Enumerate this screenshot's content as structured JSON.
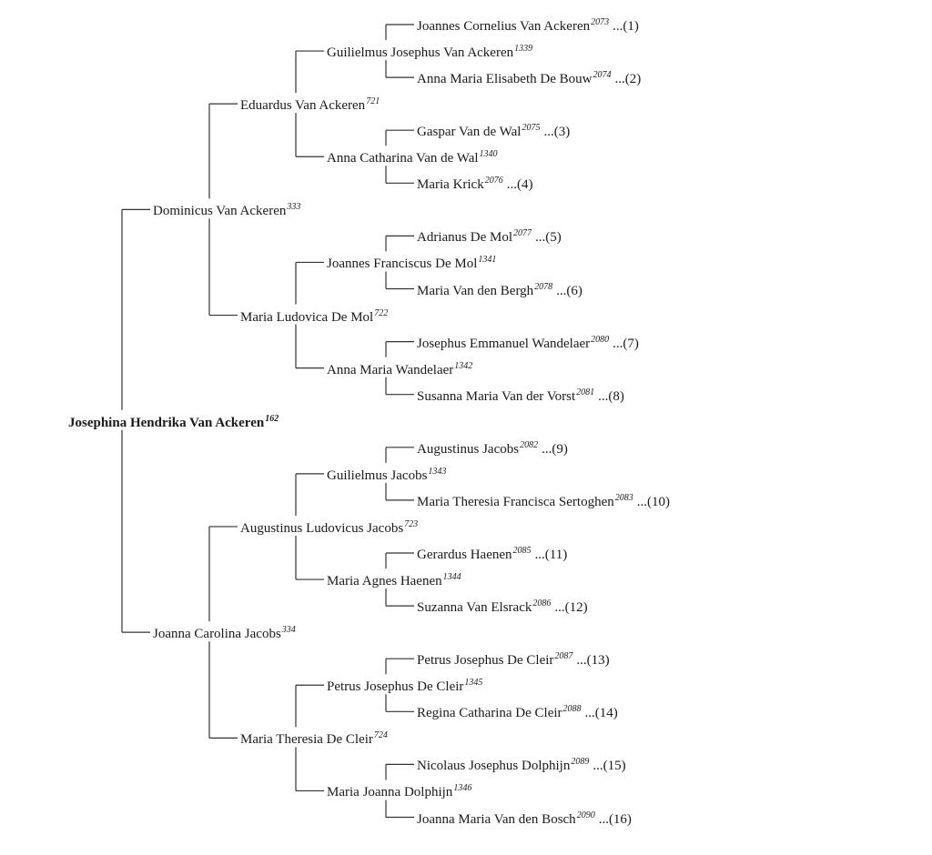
{
  "colors": {
    "ink": "#1a1a1a",
    "line": "#333333"
  },
  "tree": {
    "name": "Josephina Hendrika Van Ackeren",
    "num": "162",
    "father": {
      "name": "Dominicus Van Ackeren",
      "num": "333",
      "father": {
        "name": "Eduardus Van Ackeren",
        "num": "721",
        "father": {
          "name": "Guilielmus Josephus Van Ackeren",
          "num": "1339",
          "father": {
            "name": "Joannes Cornelius Van Ackeren",
            "num": "2073",
            "ref": "...(1)"
          },
          "mother": {
            "name": "Anna Maria Elisabeth De Bouw",
            "num": "2074",
            "ref": "...(2)"
          }
        },
        "mother": {
          "name": "Anna Catharina Van de Wal",
          "num": "1340",
          "father": {
            "name": "Gaspar Van de Wal",
            "num": "2075",
            "ref": "...(3)"
          },
          "mother": {
            "name": "Maria Krick",
            "num": "2076",
            "ref": "...(4)"
          }
        }
      },
      "mother": {
        "name": "Maria Ludovica De Mol",
        "num": "722",
        "father": {
          "name": "Joannes Franciscus De Mol",
          "num": "1341",
          "father": {
            "name": "Adrianus De Mol",
            "num": "2077",
            "ref": "...(5)"
          },
          "mother": {
            "name": "Maria Van den Bergh",
            "num": "2078",
            "ref": "...(6)"
          }
        },
        "mother": {
          "name": "Anna Maria Wandelaer",
          "num": "1342",
          "father": {
            "name": "Josephus Emmanuel Wandelaer",
            "num": "2080",
            "ref": "...(7)"
          },
          "mother": {
            "name": "Susanna Maria Van der Vorst",
            "num": "2081",
            "ref": "...(8)"
          }
        }
      }
    },
    "mother": {
      "name": "Joanna Carolina Jacobs",
      "num": "334",
      "father": {
        "name": "Augustinus Ludovicus Jacobs",
        "num": "723",
        "father": {
          "name": "Guilielmus Jacobs",
          "num": "1343",
          "father": {
            "name": "Augustinus Jacobs",
            "num": "2082",
            "ref": "...(9)"
          },
          "mother": {
            "name": "Maria Theresia Francisca Sertoghen",
            "num": "2083",
            "ref": "...(10)"
          }
        },
        "mother": {
          "name": "Maria Agnes Haenen",
          "num": "1344",
          "father": {
            "name": "Gerardus Haenen",
            "num": "2085",
            "ref": "...(11)"
          },
          "mother": {
            "name": "Suzanna Van Elsrack",
            "num": "2086",
            "ref": "...(12)"
          }
        }
      },
      "mother": {
        "name": "Maria Theresia De Cleir",
        "num": "724",
        "father": {
          "name": "Petrus Josephus De Cleir",
          "num": "1345",
          "father": {
            "name": "Petrus Josephus De Cleir",
            "num": "2087",
            "ref": "...(13)"
          },
          "mother": {
            "name": "Regina Catharina De Cleir",
            "num": "2088",
            "ref": "...(14)"
          }
        },
        "mother": {
          "name": "Maria Joanna Dolphijn",
          "num": "1346",
          "father": {
            "name": "Nicolaus Josephus Dolphijn",
            "num": "2089",
            "ref": "...(15)"
          },
          "mother": {
            "name": "Joanna Maria Van den Bosch",
            "num": "2090",
            "ref": "...(16)"
          }
        }
      }
    }
  }
}
